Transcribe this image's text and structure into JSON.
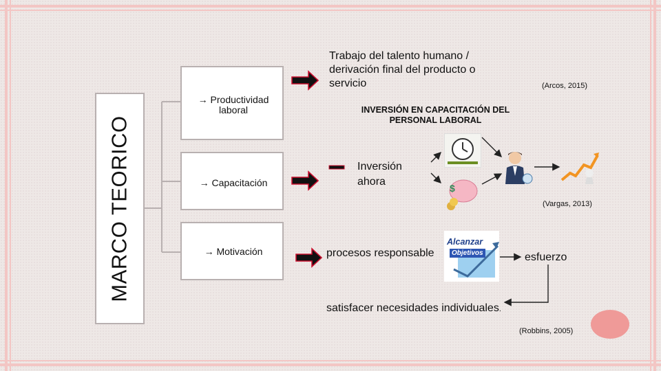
{
  "title": "MARCO TEORICO",
  "categories": [
    {
      "label": "→ Productividad\nlaboral"
    },
    {
      "label": "→ Capacitación"
    },
    {
      "label": "→ Motivación"
    }
  ],
  "productividad": {
    "text": "Trabajo del talento humano  /\nderivación final del producto o\nservicio",
    "citation": "(Arcos, 2015)"
  },
  "capacitacion": {
    "heading": "INVERSIÓN EN CAPACITACIÓN DEL\nPERSONAL LABORAL",
    "text": "Inversión\nahora",
    "citation": "(Vargas, 2013)"
  },
  "motivacion": {
    "procesos": "procesos responsable",
    "esfuerzo": "esfuerzo",
    "necesidades": "satisfacer necesidades individuales",
    "period": ".",
    "citation": "(Robbins, 2005)",
    "badge": [
      "Alcanzar",
      "Objetivos"
    ]
  },
  "colors": {
    "frame": "#f3c6c4",
    "circle": "#ef9a98",
    "arrow": "#c8102e"
  }
}
